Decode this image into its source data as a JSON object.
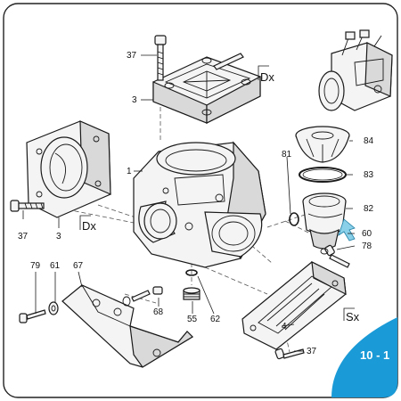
{
  "callouts": [
    "37",
    "3",
    "1",
    "84",
    "83",
    "82",
    "81",
    "60",
    "78",
    "37",
    "3",
    "79",
    "61",
    "67",
    "68",
    "55",
    "62",
    "4",
    "37"
  ],
  "directions": [
    "Dx",
    "Dx",
    "Sx"
  ],
  "page_badge": "10 - 1",
  "colors": {
    "badge": "#1a9ad6",
    "arrow_part_60": "#8ad0e8",
    "thumbnail_accent": "#9fb4c7"
  }
}
